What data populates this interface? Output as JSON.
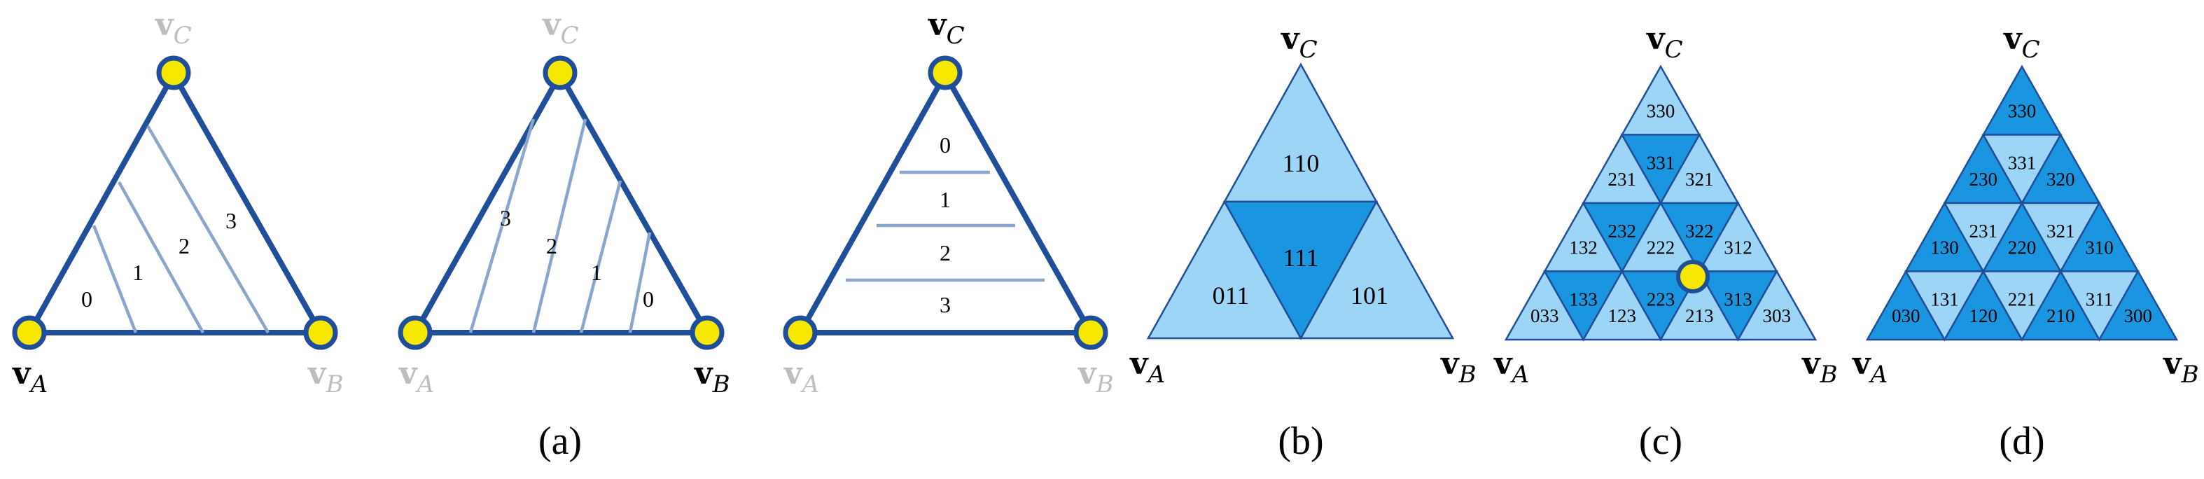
{
  "colors": {
    "outline": "#1f4e9a",
    "inner_line": "#8aa6cc",
    "vertex_fill": "#f6e800",
    "label_active": "#000000",
    "label_faded": "#bdbdbd",
    "tri_light": "#9dd5f7",
    "tri_dark": "#1a96e1",
    "edge": "#1f4e9a"
  },
  "panel_a1": {
    "labels": {
      "C": {
        "v": "v",
        "sub": "C"
      },
      "A": {
        "v": "v",
        "sub": "A"
      },
      "B": {
        "v": "v",
        "sub": "B"
      }
    },
    "active": "A",
    "regions": [
      "0",
      "1",
      "2",
      "3"
    ]
  },
  "panel_a2": {
    "labels": {
      "C": {
        "v": "v",
        "sub": "C"
      },
      "A": {
        "v": "v",
        "sub": "A"
      },
      "B": {
        "v": "v",
        "sub": "B"
      }
    },
    "active": "B",
    "regions": [
      "3",
      "2",
      "1",
      "0"
    ]
  },
  "panel_a3": {
    "labels": {
      "C": {
        "v": "v",
        "sub": "C"
      },
      "A": {
        "v": "v",
        "sub": "A"
      },
      "B": {
        "v": "v",
        "sub": "B"
      }
    },
    "active": "C",
    "regions": [
      "0",
      "1",
      "2",
      "3"
    ]
  },
  "panel_b": {
    "labels": {
      "C": {
        "v": "v",
        "sub": "C"
      },
      "A": {
        "v": "v",
        "sub": "A"
      },
      "B": {
        "v": "v",
        "sub": "B"
      }
    },
    "cells": [
      "110",
      "011",
      "111",
      "101"
    ]
  },
  "panel_c": {
    "labels": {
      "C": {
        "v": "v",
        "sub": "C"
      },
      "A": {
        "v": "v",
        "sub": "A"
      },
      "B": {
        "v": "v",
        "sub": "B"
      }
    },
    "cells": [
      "330",
      "231",
      "331",
      "321",
      "132",
      "232",
      "222",
      "322",
      "312",
      "033",
      "133",
      "123",
      "223",
      "213",
      "313",
      "303"
    ]
  },
  "panel_d": {
    "labels": {
      "C": {
        "v": "v",
        "sub": "C"
      },
      "A": {
        "v": "v",
        "sub": "A"
      },
      "B": {
        "v": "v",
        "sub": "B"
      }
    },
    "cells": [
      "330",
      "230",
      "331",
      "320",
      "130",
      "231",
      "220",
      "321",
      "310",
      "030",
      "131",
      "120",
      "221",
      "210",
      "311",
      "300"
    ]
  },
  "captions": {
    "a": "(a)",
    "b": "(b)",
    "c": "(c)",
    "d": "(d)"
  }
}
